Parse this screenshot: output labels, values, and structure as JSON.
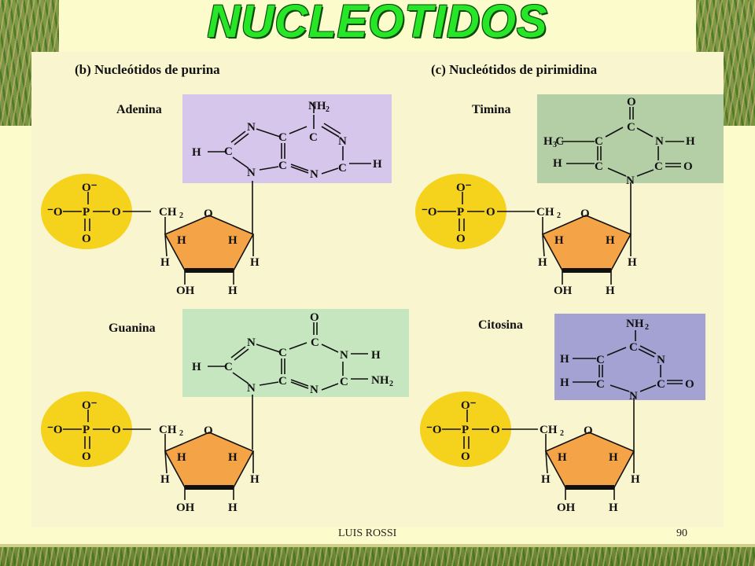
{
  "slide": {
    "title": "NUCLEOTIDOS",
    "footer_author": "LUIS ROSSI",
    "page_number": "90"
  },
  "sections": {
    "purine_heading": "(b)  Nucleótidos de purina",
    "pyrimidine_heading": "(c)  Nucleótidos de pirimidina"
  },
  "bases": {
    "adenine": "Adenina",
    "thymine": "Timina",
    "guanine": "Guanina",
    "cytosine": "Citosina"
  },
  "atoms": {
    "n": "N",
    "c": "C",
    "h": "H",
    "o": "O",
    "p": "P",
    "nh2": "NH",
    "sub2": "2",
    "oh": "OH",
    "ch2": "CH",
    "o_minus": "O⁻",
    "minus_o": "⁻O",
    "h3c": "H C",
    "sub3": "3"
  },
  "colors": {
    "adenine_box": "#d6c6ec",
    "thymine_box": "#b4cfa6",
    "guanine_box": "#c6e6c0",
    "cytosine_box": "#a4a2d2",
    "phosphate": "#f5d21c",
    "ribose": "#f4a446",
    "title": "#27e627"
  }
}
